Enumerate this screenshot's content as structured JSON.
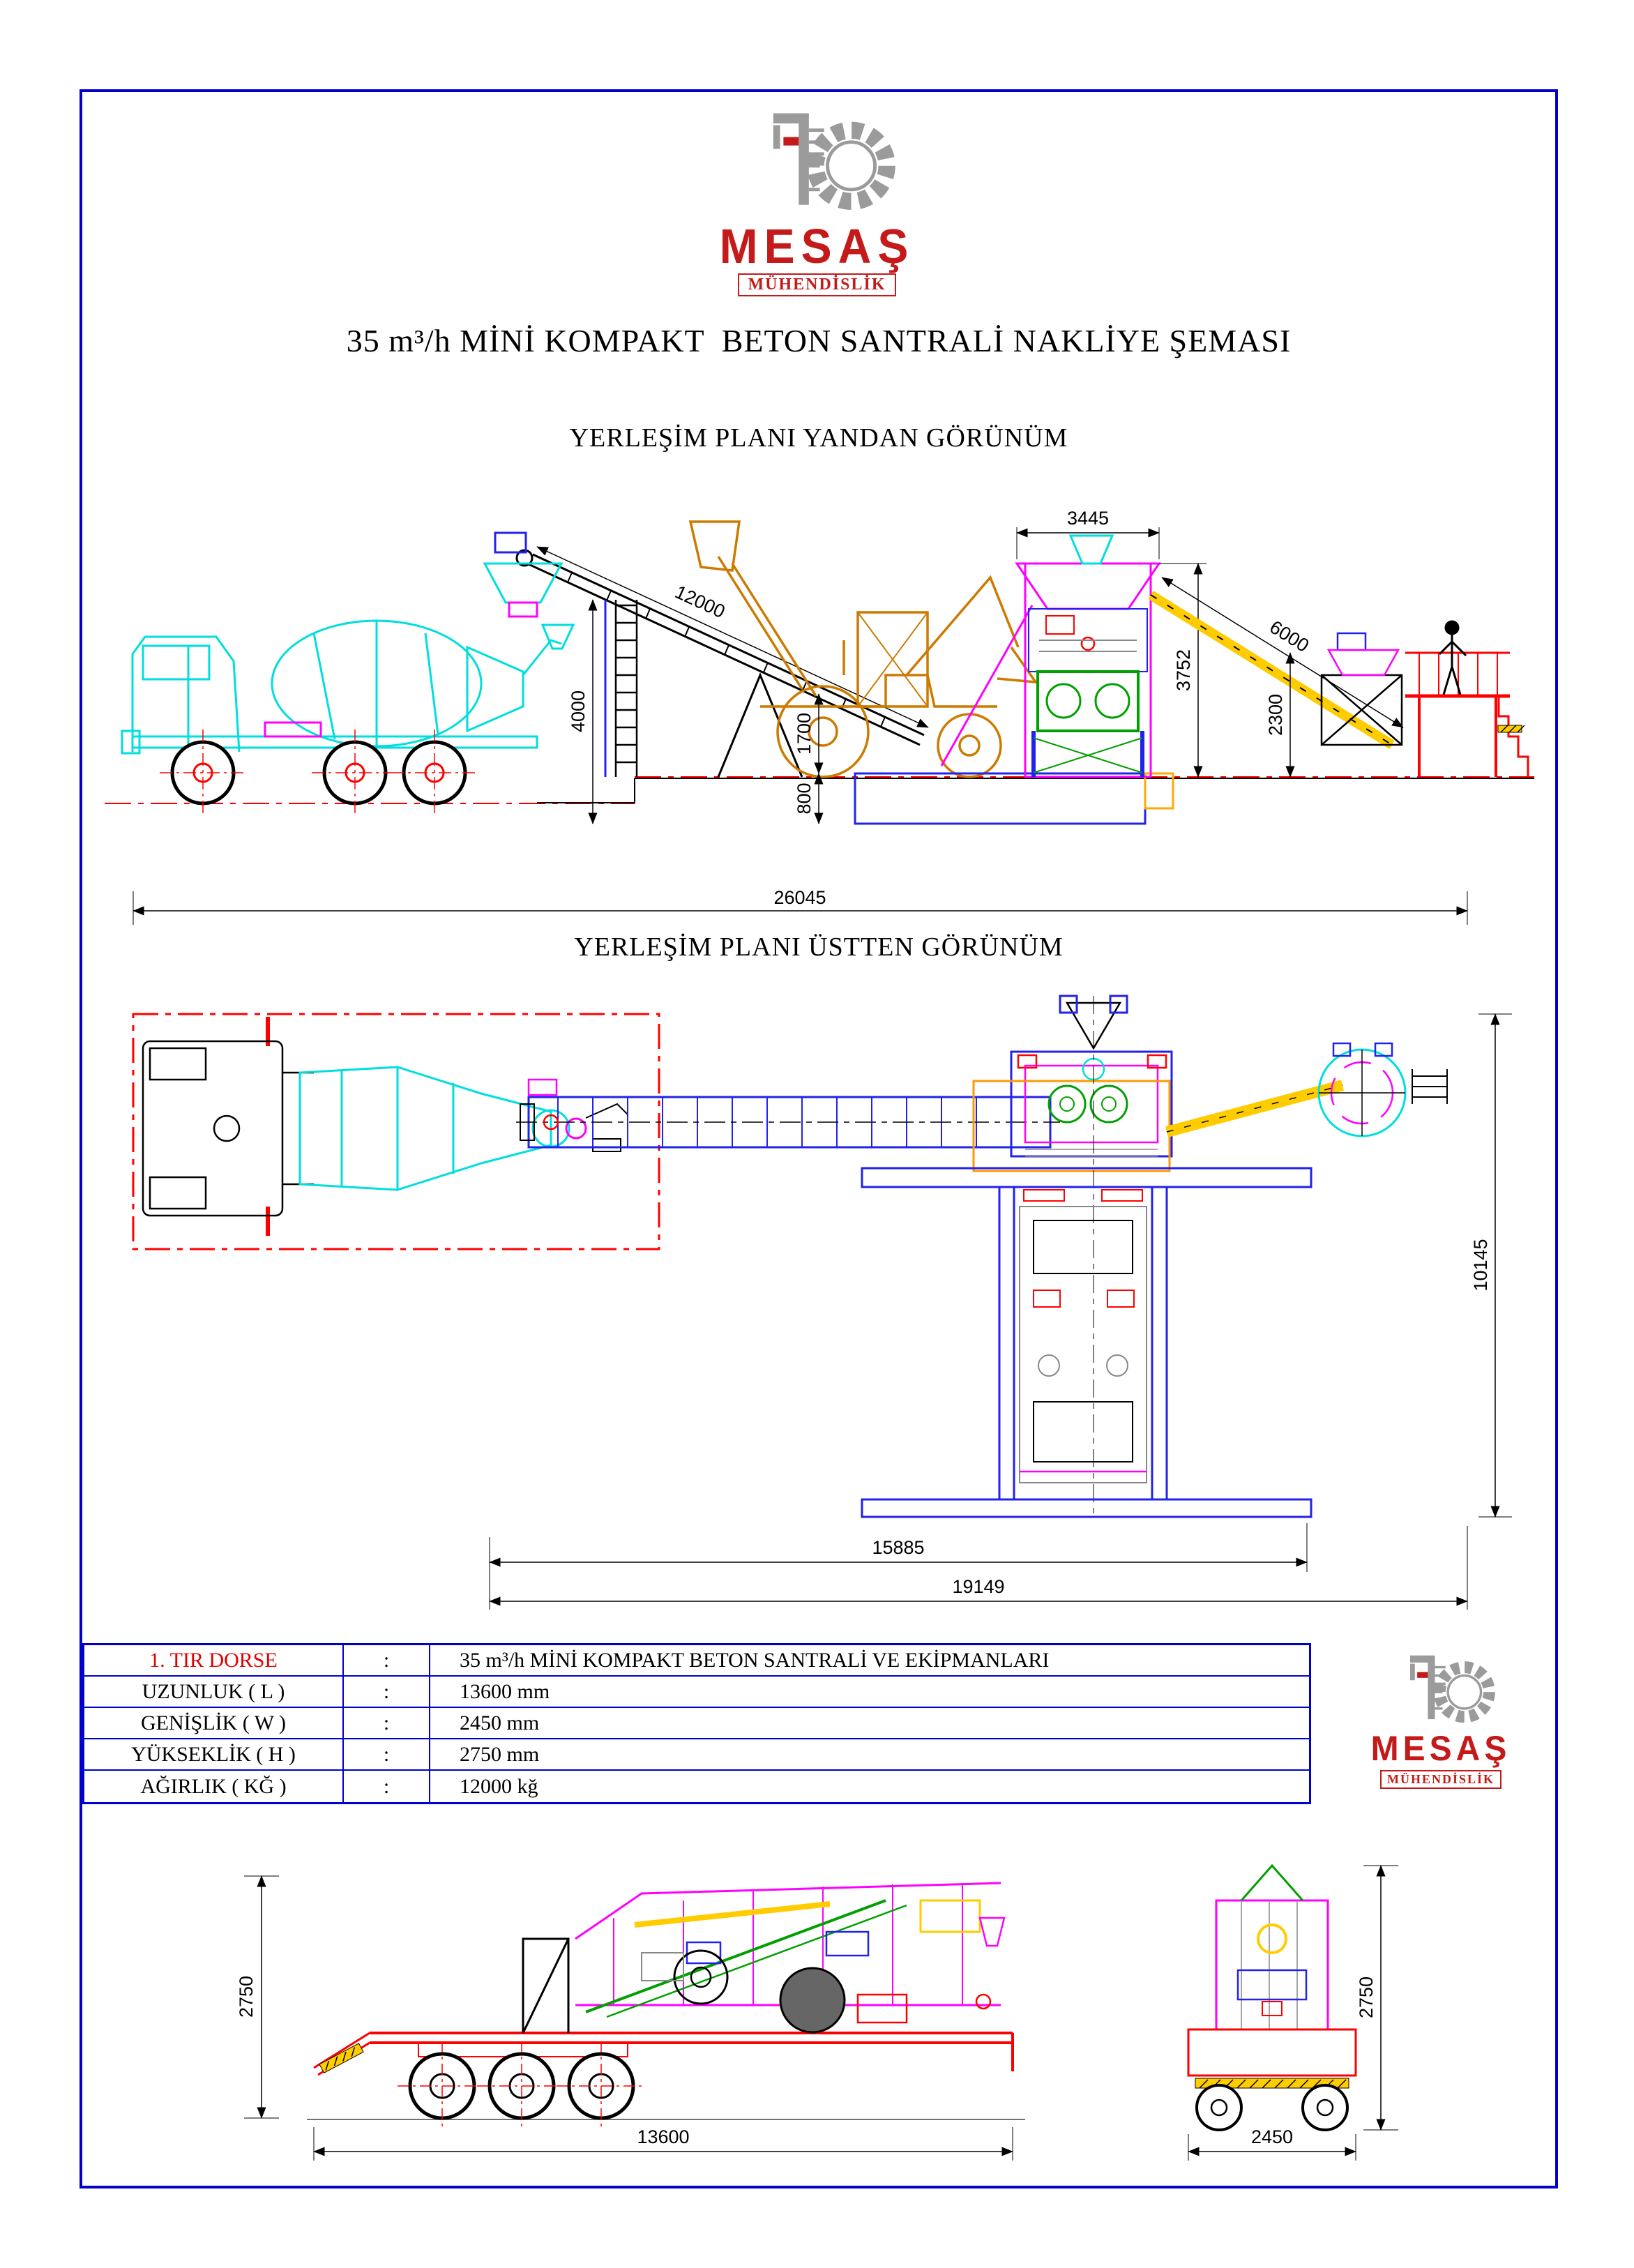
{
  "logo": {
    "name": "MESAŞ",
    "subtitle": "MÜHENDİSLİK"
  },
  "title": "35 m³/h MİNİ KOMPAKT  BETON SANTRALİ NAKLİYE ŞEMASI",
  "side_view": {
    "heading": "YERLEŞİM PLANI YANDAN GÖRÜNÜM",
    "dims": {
      "feed_conveyor_length": "12000",
      "conveyor_discharge_height": "4000",
      "pit_hopper_height": "1700",
      "pit_depth": "800",
      "plant_top_width": "3445",
      "plant_height": "3752",
      "transfer_conveyor_length": "6000",
      "platform_height": "2300",
      "overall_length": "26045"
    }
  },
  "top_view": {
    "heading": "YERLEŞİM PLANI ÜSTTEN GÖRÜNÜM",
    "dims": {
      "overall_depth": "10145",
      "inner_length": "15885",
      "outer_length": "19149"
    }
  },
  "spec_table": {
    "rows": [
      {
        "label": "1. TIR DORSE",
        "sep": ":",
        "value": "35 m³/h MİNİ KOMPAKT BETON SANTRALİ VE EKİPMANLARI"
      },
      {
        "label": "UZUNLUK ( L )",
        "sep": ":",
        "value": "13600 mm"
      },
      {
        "label": "GENİŞLİK ( W )",
        "sep": ":",
        "value": "2450 mm"
      },
      {
        "label": "YÜKSEKLİK ( H )",
        "sep": ":",
        "value": "2750 mm"
      },
      {
        "label": "AĞIRLIK ( KĞ )",
        "sep": ":",
        "value": "12000 kğ"
      }
    ]
  },
  "trailer_view": {
    "dims": {
      "side_height": "2750",
      "side_length": "13600",
      "rear_height": "2750",
      "rear_width": "2450"
    }
  },
  "colors": {
    "frame_blue": "#0000cd",
    "brand_red": "#c41a1a",
    "cad_cyan": "#00dede",
    "cad_magenta": "#ff00ff",
    "cad_green": "#00a000",
    "cad_red": "#ff0000",
    "cad_blue": "#2222ee",
    "cad_orange": "#cc7a00",
    "cad_yellow": "#ffcc00"
  }
}
